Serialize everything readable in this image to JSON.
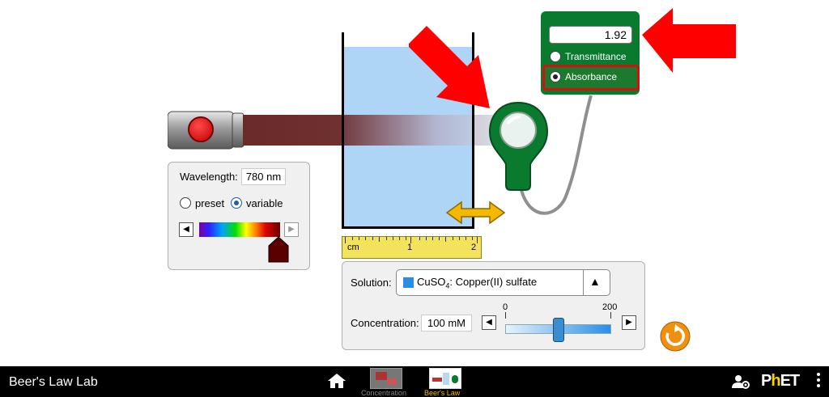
{
  "app": {
    "title": "Beer's Law Lab"
  },
  "nav": {
    "tabs": [
      {
        "label": "Concentration"
      },
      {
        "label": "Beer's Law"
      }
    ],
    "brand": "PhET"
  },
  "wavelength": {
    "label": "Wavelength:",
    "value": "780 nm",
    "preset_label": "preset",
    "variable_label": "variable",
    "mode": "variable"
  },
  "meter": {
    "reading": "1.92",
    "transmittance_label": "Transmittance",
    "absorbance_label": "Absorbance",
    "mode": "absorbance"
  },
  "ruler": {
    "unit": "cm",
    "ticks": [
      "1",
      "2"
    ]
  },
  "solution": {
    "label": "Solution:",
    "selected_prefix": "CuSO",
    "selected_sub": "4",
    "selected_suffix": ": Copper(II) sulfate",
    "swatch_color": "#2a8ee8"
  },
  "concentration": {
    "label": "Concentration:",
    "value": "100 mM",
    "min": "0",
    "max": "200",
    "level_fraction": 0.5
  },
  "colors": {
    "meter_green": "#0a7a2e",
    "highlight_red": "#d41010",
    "annotation_arrow": "#ff0000",
    "drag_arrow": "#f5b800",
    "reset_orange": "#f09010"
  },
  "icons": [
    "home-icon",
    "reset-icon",
    "keyboard-settings-icon",
    "menu-icon",
    "lamp-button-icon",
    "drag-arrow-icon"
  ]
}
